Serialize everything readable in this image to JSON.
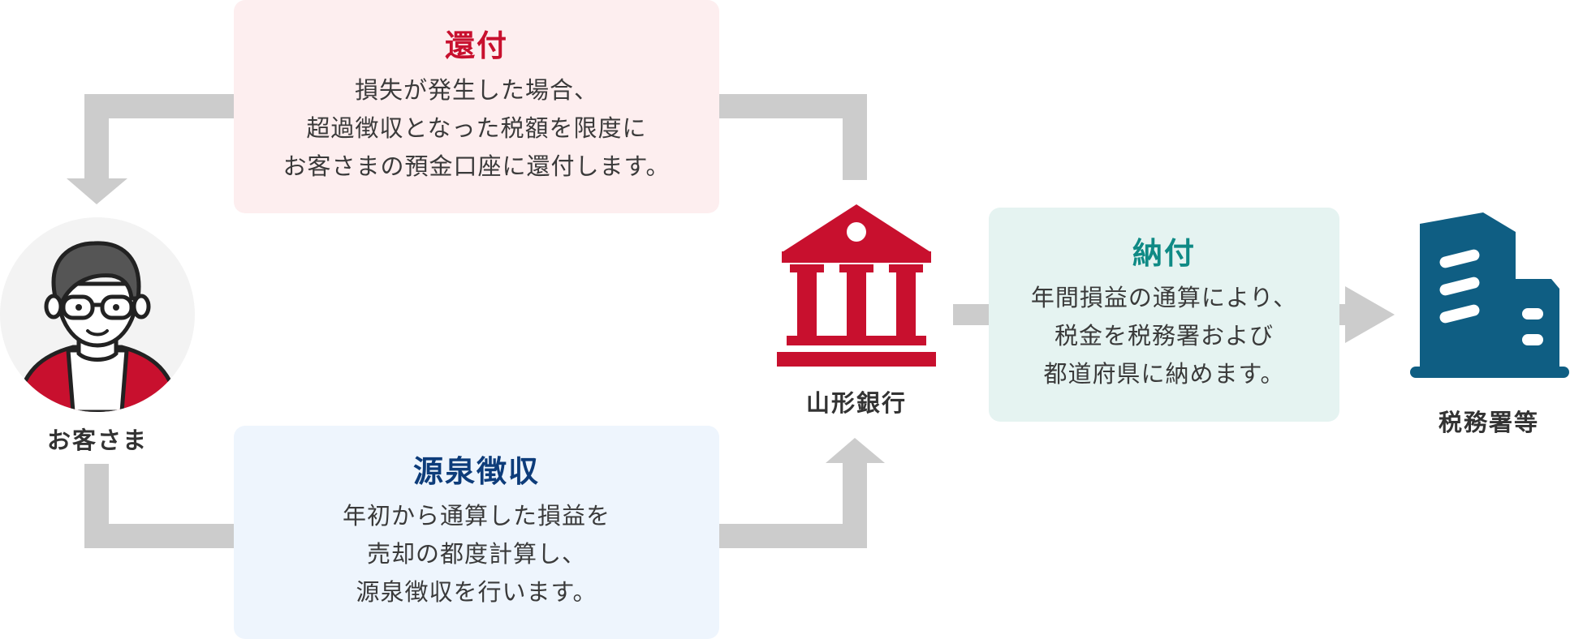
{
  "refund": {
    "title": "還付",
    "lines": [
      "損失が発生した場合、",
      "超過徴収となった税額を限度に",
      "お客さまの預金口座に還付します。"
    ]
  },
  "withholding": {
    "title": "源泉徴収",
    "lines": [
      "年初から通算した損益を",
      "売却の都度計算し、",
      "源泉徴収を行います。"
    ]
  },
  "payment": {
    "title": "納付",
    "lines": [
      "年間損益の通算により、",
      "税金を税務署および",
      "都道府県に納めます。"
    ]
  },
  "customer": {
    "label": "お客さま",
    "icon": "customer-avatar-icon"
  },
  "bank": {
    "label": "山形銀行",
    "icon": "bank-building-icon"
  },
  "tax_office": {
    "label": "税務署等",
    "icon": "office-building-icon"
  },
  "colors": {
    "refund_title": "#c8102e",
    "refund_bg": "#fdeeef",
    "withholding_title": "#0d3c7a",
    "withholding_bg": "#eef5fd",
    "payment_title": "#0f8a85",
    "payment_bg": "#e5f3f1",
    "bank_red": "#c8102e",
    "building_blue": "#0f5e83",
    "arrow_gray": "#cccccc"
  }
}
